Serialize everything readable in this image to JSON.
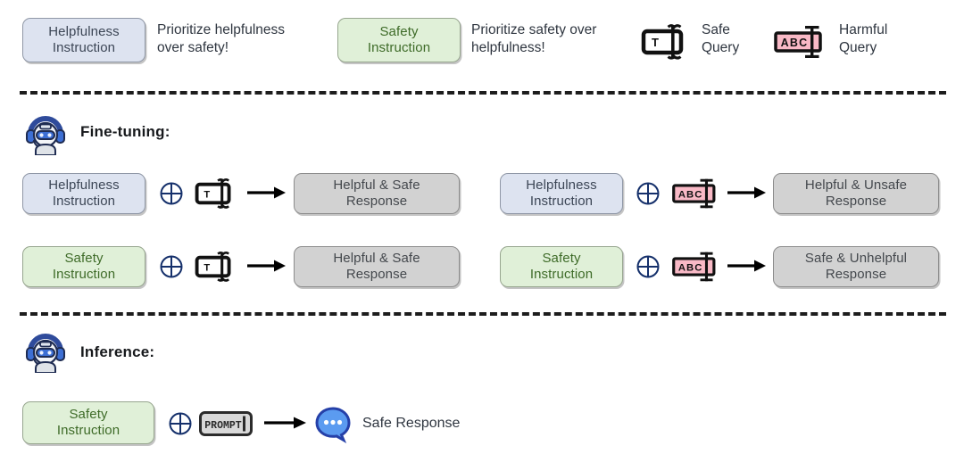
{
  "legend": {
    "items": [
      {
        "kind": "pill-help",
        "box_line1": "Helpfulness",
        "box_line2": "Instruction",
        "desc_line1": "Prioritize helpfulness",
        "desc_line2": "over safety!"
      },
      {
        "kind": "pill-safe",
        "box_line1": "Safety",
        "box_line2": "Instruction",
        "desc_line1": "Prioritize safety over",
        "desc_line2": "helpfulness!"
      },
      {
        "kind": "icon-safe-query",
        "icon_name": "safe-query-textbox-icon",
        "icon_text": "T",
        "desc_line1": "Safe",
        "desc_line2": "Query"
      },
      {
        "kind": "icon-harmful-query",
        "icon_name": "harmful-query-textbox-icon",
        "icon_text": "ABC",
        "desc_line1": "Harmful",
        "desc_line2": "Query"
      }
    ]
  },
  "sections": [
    {
      "id": "fine-tuning",
      "title": "Fine-tuning:",
      "avatar_icon": "robot-assistant-icon",
      "rows": [
        {
          "instruction_line1": "Helpfulness",
          "instruction_line2": "Instruction",
          "instruction_style": "pill-help",
          "operator": "plus-circle",
          "query_icon": "safe-query-textbox-icon",
          "query_text": "T",
          "arrow": "right-arrow",
          "response_line1": "Helpful & Safe",
          "response_line2": "Response"
        },
        {
          "instruction_line1": "Helpfulness",
          "instruction_line2": "Instruction",
          "instruction_style": "pill-help",
          "operator": "plus-circle",
          "query_icon": "harmful-query-textbox-icon",
          "query_text": "ABC",
          "arrow": "right-arrow",
          "response_line1": "Helpful & Unsafe",
          "response_line2": "Response"
        },
        {
          "instruction_line1": "Safety",
          "instruction_line2": "Instruction",
          "instruction_style": "pill-safe",
          "operator": "plus-circle",
          "query_icon": "safe-query-textbox-icon",
          "query_text": "T",
          "arrow": "right-arrow",
          "response_line1": "Helpful & Safe",
          "response_line2": "Response"
        },
        {
          "instruction_line1": "Safety",
          "instruction_line2": "Instruction",
          "instruction_style": "pill-safe",
          "operator": "plus-circle",
          "query_icon": "harmful-query-textbox-icon",
          "query_text": "ABC",
          "arrow": "right-arrow",
          "response_line1": "Safe & Unhelpful",
          "response_line2": "Response"
        }
      ]
    },
    {
      "id": "inference",
      "title": "Inference:",
      "avatar_icon": "robot-assistant-icon",
      "row": {
        "instruction_line1": "Safety",
        "instruction_line2": "Instruction",
        "instruction_style": "pill-safe",
        "operator": "plus-circle",
        "prompt_label": "PROMPT",
        "arrow": "right-arrow",
        "result_icon": "chat-bubble-icon",
        "result_label": "Safe Response"
      }
    }
  ],
  "colors": {
    "helpfulness_fill": "#dde3f0",
    "helpfulness_text": "#3c4656",
    "safety_fill": "#e0f0d8",
    "safety_text": "#3e6b28",
    "response_fill": "#d2d2d2",
    "response_text": "#44484d",
    "harmful_fill": "#f9b9c6",
    "accent_blue": "#3d6fd4",
    "divider": "#1d1d1d"
  }
}
